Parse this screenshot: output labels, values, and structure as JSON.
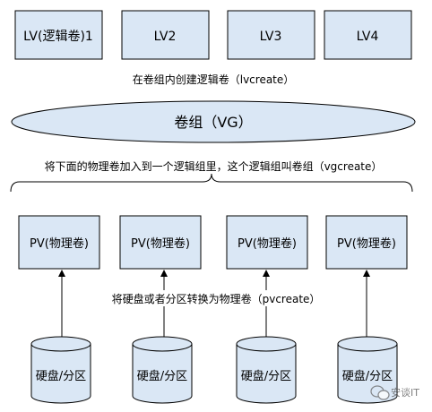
{
  "lvs": [
    {
      "label": "LV(逻辑卷)1"
    },
    {
      "label": "LV2"
    },
    {
      "label": "LV3"
    },
    {
      "label": "LV4"
    }
  ],
  "lvcreate_caption": "在卷组内创建逻辑卷（lvcreate）",
  "vg_label": "卷组（VG）",
  "vgcreate_caption": "将下面的物理卷加入到一个逻辑组里，这个逻辑组叫卷组（vgcreate）",
  "pvs": [
    {
      "label": "PV(物理卷)"
    },
    {
      "label": "PV(物理卷)"
    },
    {
      "label": "PV(物理卷)"
    },
    {
      "label": "PV(物理卷)"
    }
  ],
  "pvcreate_caption": "将硬盘或者分区转换为物理卷（pvcreate）",
  "disks": [
    {
      "label": "硬盘/分区"
    },
    {
      "label": "硬盘/分区"
    },
    {
      "label": "硬盘/分区"
    },
    {
      "label": "硬盘/分区"
    }
  ],
  "watermark": "安谈IT",
  "colors": {
    "box_fill": "#dae7f5",
    "stroke": "#000000"
  }
}
